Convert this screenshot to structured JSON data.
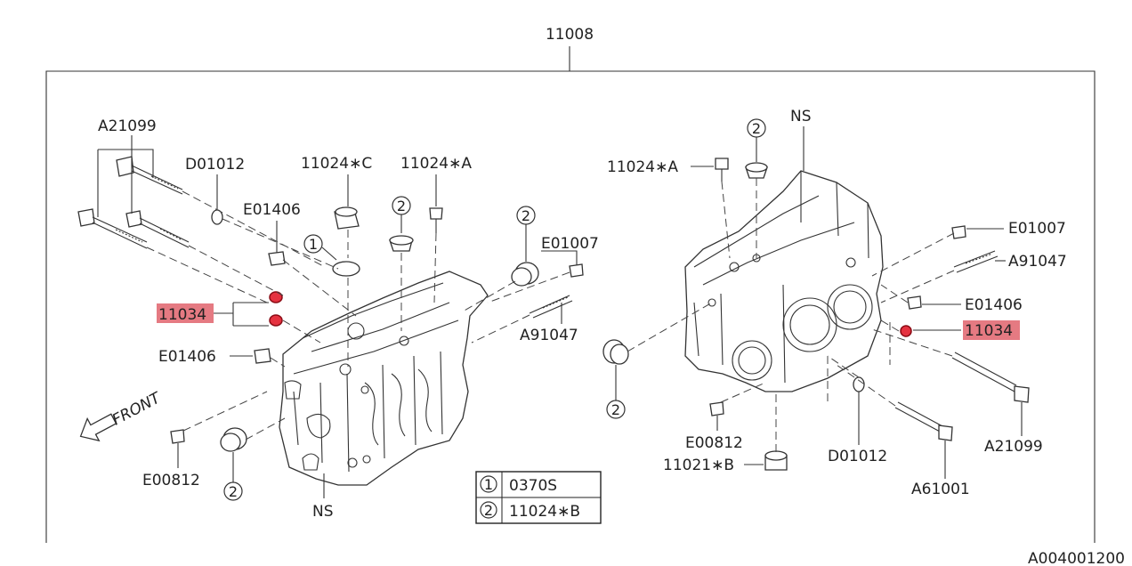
{
  "diagram": {
    "assembly_number": "11008",
    "image_code": "A004001200",
    "front_label": "FRONT",
    "left_block": {
      "labels": {
        "a21099": "A21099",
        "d01012": "D01012",
        "c11024": "11024∗C",
        "a11024": "11024∗A",
        "e01406_top": "E01406",
        "e01007": "E01007",
        "a91047": "A91047",
        "e01406_side": "E01406",
        "e00812": "E00812",
        "ns": "NS",
        "highlight_11034": "11034"
      },
      "callouts": {
        "one": "1",
        "two_top": "2",
        "two_plug": "2",
        "two_bottom": "2"
      }
    },
    "right_block": {
      "labels": {
        "ns": "NS",
        "a11024": "11024∗A",
        "e01007": "E01007",
        "a91047": "A91047",
        "e01406": "E01406",
        "highlight_11034": "11034",
        "a21099": "A21099",
        "e00812": "E00812",
        "b11021": "11021∗B",
        "d01012": "D01012",
        "a61001": "A61001"
      },
      "callouts": {
        "two_top": "2",
        "two_left": "2"
      }
    },
    "legend": [
      {
        "num": "1",
        "part": "0370S"
      },
      {
        "num": "2",
        "part": "11024∗B"
      }
    ],
    "colors": {
      "highlight_fill": "#e57a82",
      "highlight_part": "#e53240",
      "line": "#333333"
    }
  }
}
